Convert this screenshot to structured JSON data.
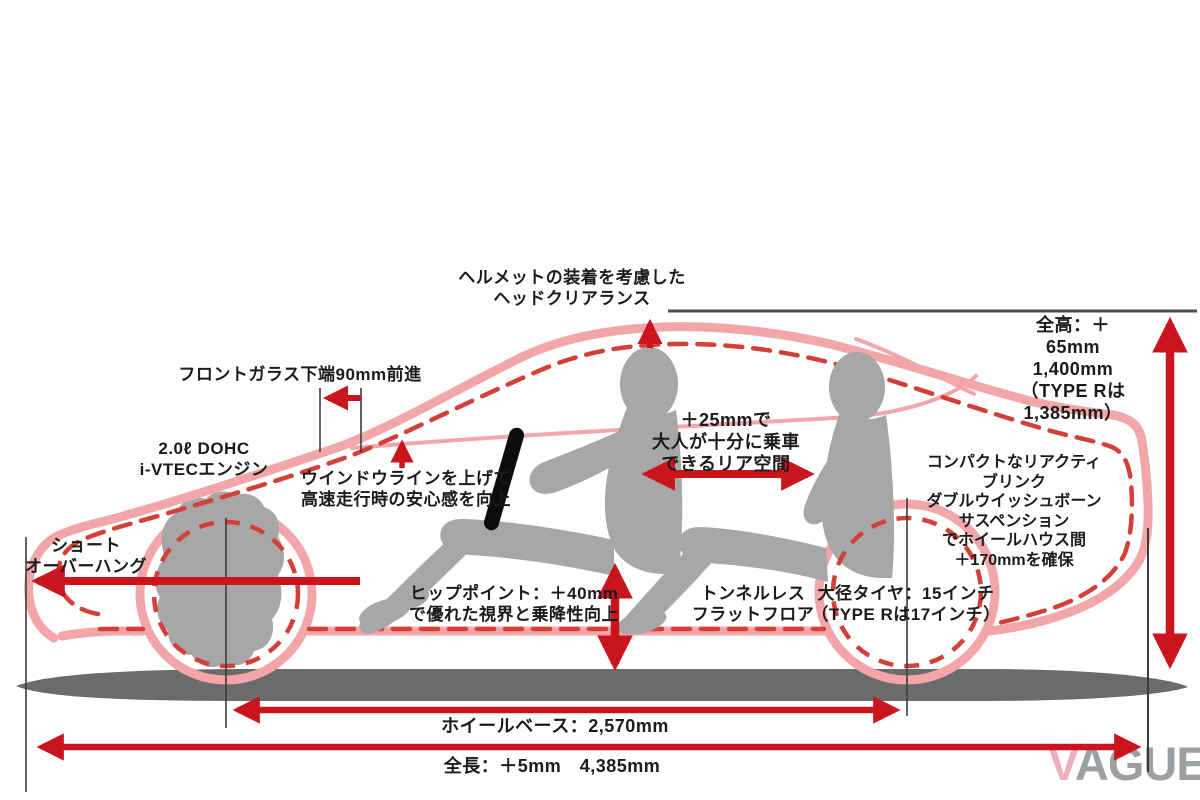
{
  "labels": {
    "head_clearance": "ヘルメットの装着を考慮した\nヘッドクリアランス",
    "overall_height": "全高：＋65mm\n1,400mm\n（TYPE Rは1,385mm）",
    "front_glass": "フロントガラス下端90mm前進",
    "engine": "2.0ℓ DOHC\ni-VTECエンジン",
    "window_line": "ウインドウラインを上げて\n高速走行時の安心感を向上",
    "rear_space": "＋25mmで\n大人が十分に乗車\nできるリア空間",
    "suspension": "コンパクトなリアクティブリンク\nダブルウイッシュボーンサスペンション\nでホイールハウス間\n＋170mmを確保",
    "short_overhang": "ショート\nオーバーハング",
    "hip_point": "ヒップポイント：＋40mm\nで優れた視界と乗降性向上",
    "flat_floor": "トンネルレス\nフラットフロア",
    "tire": "大径タイヤ：15インチ\n（TYPE Rは17インチ）",
    "wheelbase": "ホイールベース：2,570mm",
    "overall_length": "全長：＋5mm　4,385mm"
  },
  "logo": {
    "letter_v": "V",
    "letters_rest": "AGUE"
  },
  "colors": {
    "body_outline_pink": "#f2a6aa",
    "previous_model_dashed_red": "#d24038",
    "dimension_arrow_red": "#c9151b",
    "silhouette_gray": "#a7a7a7",
    "ground_shadow_gray": "#6b6b6b",
    "reference_line_dark": "#3c3c3c",
    "text_black": "#1b1b1b",
    "logo_gray": "#9da0a3",
    "logo_v_pink": "#edaec0"
  }
}
